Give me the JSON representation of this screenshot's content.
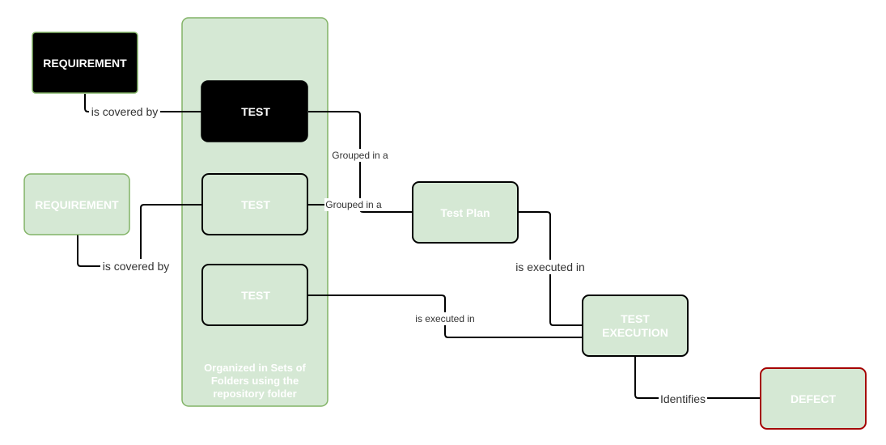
{
  "nodes": {
    "requirement_1": "REQUIREMENT",
    "requirement_2": "REQUIREMENT",
    "test_1": "TEST",
    "test_2": "TEST",
    "test_3": "TEST",
    "test_plan": "Test Plan",
    "test_execution": [
      "TEST",
      "EXECUTION"
    ],
    "defect": "DEFECT",
    "repository_container": [
      "Organized in Sets of",
      "Folders using the",
      "repository folder"
    ]
  },
  "edges": {
    "req1_test1": "is covered by",
    "req2_test2": "is covered by",
    "test1_plan": "Grouped in a",
    "test2_plan": "Grouped in a",
    "test3_exec": "is executed in",
    "plan_exec": "is executed in",
    "exec_defect": "Identifies"
  },
  "colors": {
    "green_fill": "#d5e8d4",
    "green_stroke": "#82b366",
    "black_fill": "#000000",
    "defect_stroke": "#a50000",
    "light_text": "#ffffff"
  }
}
